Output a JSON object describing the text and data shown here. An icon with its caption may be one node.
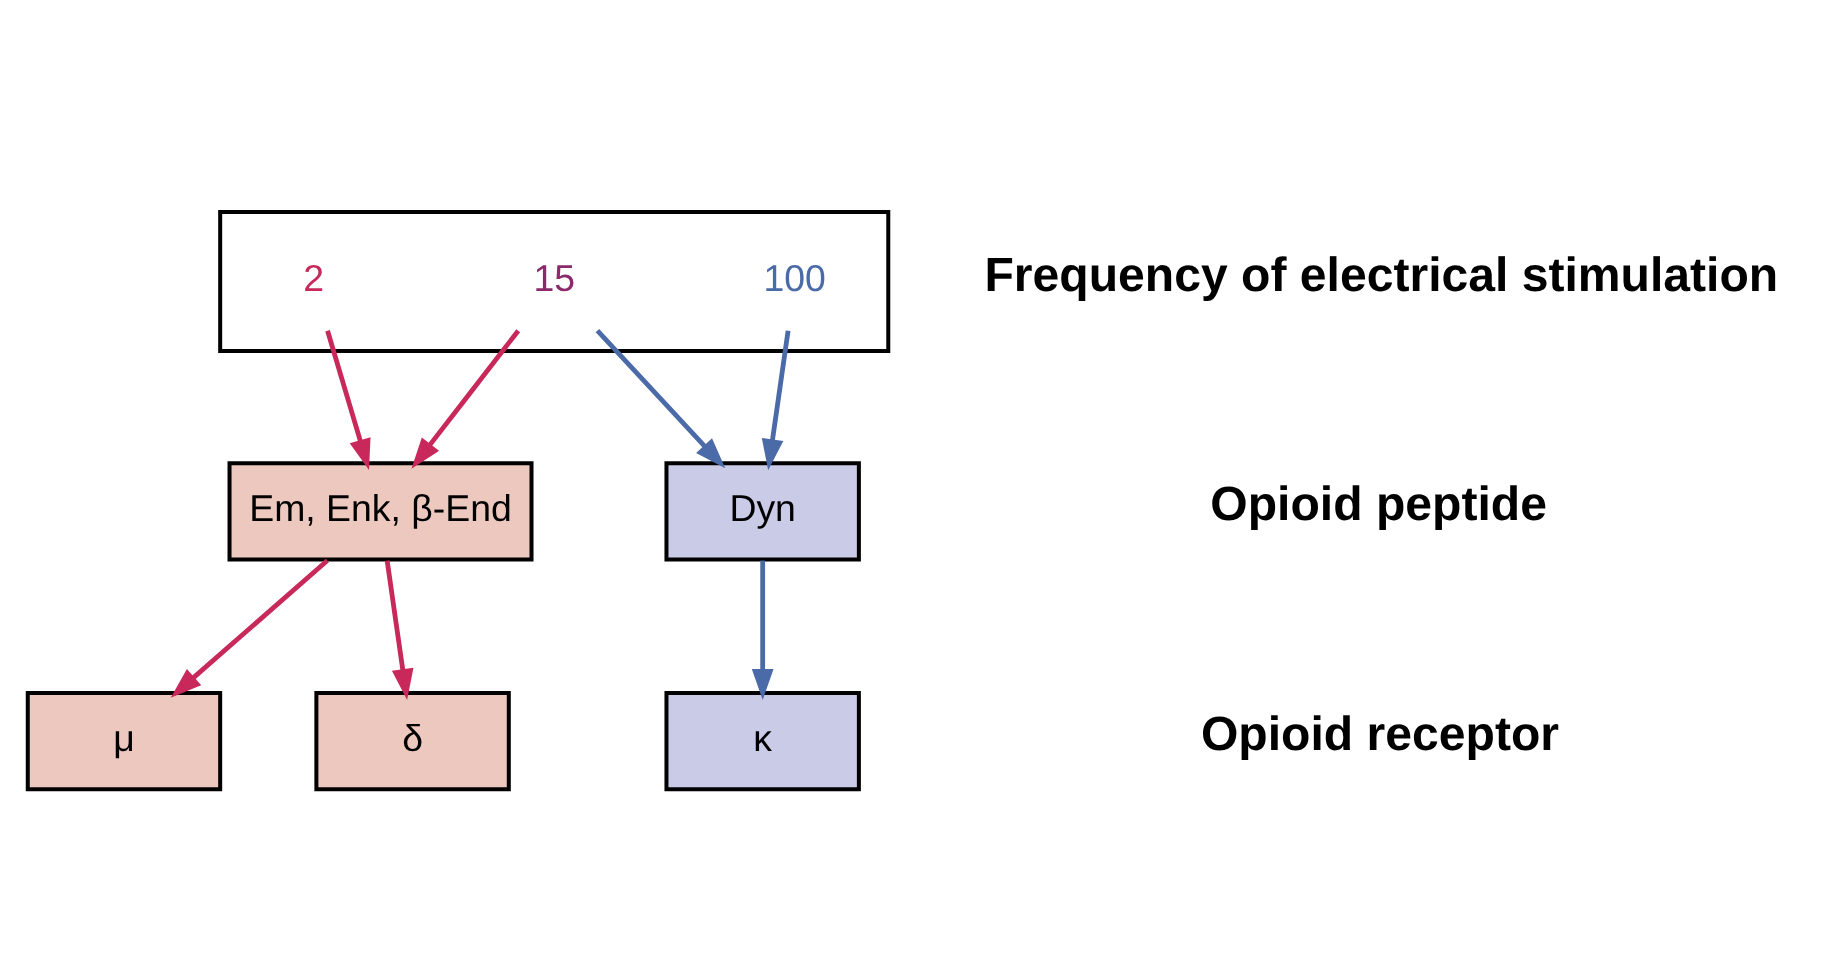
{
  "diagram": {
    "nodes": [
      {
        "text": [],
        "shape": "box"
      },
      {
        "text": [
          "2"
        ],
        "in": 0
      },
      {
        "text": [
          "15"
        ],
        "in": 0
      },
      {
        "text": [
          "100"
        ],
        "in": 0
      },
      {
        "text": [
          "Em, Enk, β-End"
        ]
      },
      {
        "text": [
          "Dyn"
        ]
      },
      {
        "text": [
          "μ"
        ]
      },
      {
        "text": [
          "δ"
        ]
      },
      {
        "text": [
          "κ"
        ]
      }
    ],
    "edges": [
      {
        "from": 1,
        "to": 4,
        "arrow": "to"
      },
      {
        "from": 2,
        "to": 4,
        "arrow": "to"
      },
      {
        "from": 2,
        "to": 5,
        "arrow": "to",
        "color": "#4a6aa8"
      },
      {
        "from": 3,
        "to": 5,
        "arrow": "to",
        "color": "#4a6aa8"
      },
      {
        "from": 4,
        "to": 6,
        "arrow": "to"
      },
      {
        "from": 4,
        "to": 7,
        "arrow": "to"
      },
      {
        "from": 5,
        "to": 8,
        "arrow": "to",
        "color": "#4a6aa8"
      }
    ],
    "labels": [
      "Frequency of electrical stimulation",
      "Opioid peptide",
      "Opioid receptor"
    ]
  }
}
